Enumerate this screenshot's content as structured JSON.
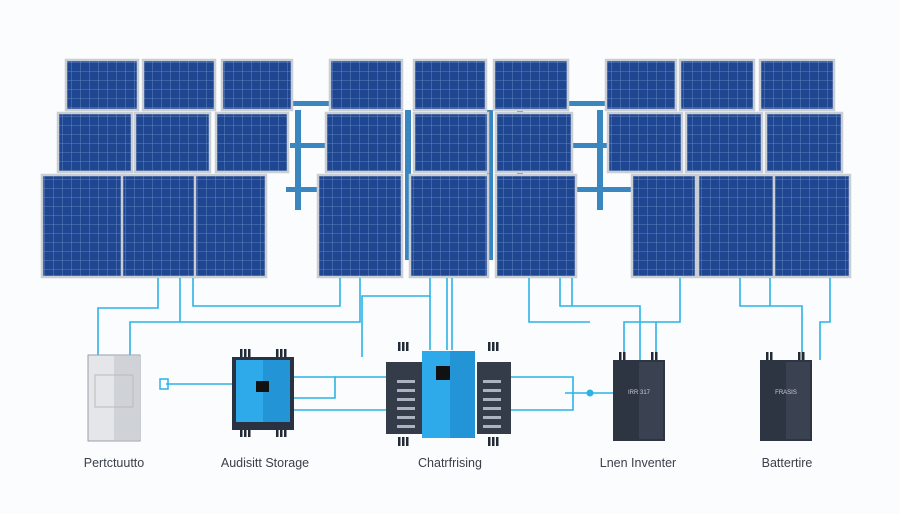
{
  "colors": {
    "panel": "#1f4690",
    "panel_grid": "#6f8fc9",
    "frame": "#c9cdd4",
    "wire": "#2bb3e6",
    "rail": "#3a86c0",
    "device_dark": "#343c4a",
    "device_blue": "#2ea9ea",
    "cabinet": "#e4e6ea"
  },
  "components": [
    {
      "label": "Pertctuutto",
      "icon": "electrical-cabinet-icon"
    },
    {
      "label": "Audisitt Storage",
      "icon": "blue-inverter-icon"
    },
    {
      "label": "Chatrfrising",
      "icon": "charge-controller-icon"
    },
    {
      "label": "Lnen Inventer",
      "icon": "dark-inverter-icon",
      "display": "IRR 317"
    },
    {
      "label": "Battertire",
      "icon": "battery-cabinet-icon",
      "display": "FRASIS"
    }
  ]
}
